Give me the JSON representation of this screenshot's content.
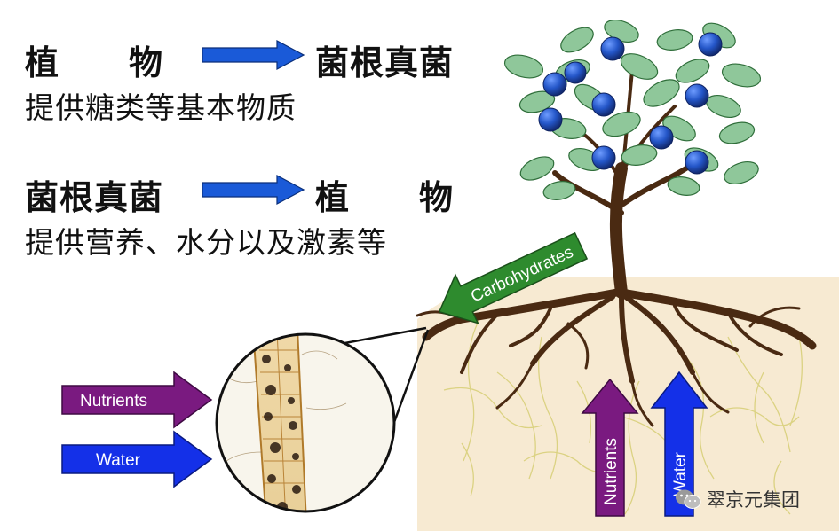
{
  "rows": [
    {
      "from": "植　　物",
      "to": "菌根真菌",
      "desc": "提供糖类等基本物质"
    },
    {
      "from": "菌根真菌",
      "to": "植　　物",
      "desc": "提供营养、水分以及激素等"
    }
  ],
  "arrows": {
    "carbohydrates": "Carbohydrates",
    "nutrients_left": "Nutrients",
    "water_left": "Water",
    "nutrients_soil": "Nutrients",
    "water_soil": "Water"
  },
  "watermark": "翠京元集团",
  "colors": {
    "soil": "#f7ead2",
    "root": "#4a2a12",
    "leaf": "#8fc79a",
    "berry": "#2456c8",
    "purple": "#7a1a80",
    "blue": "#1430e8",
    "green": "#2e8b2e",
    "cn_arrow": "#1a5ad8"
  },
  "icons": [
    "wechat-icon"
  ]
}
